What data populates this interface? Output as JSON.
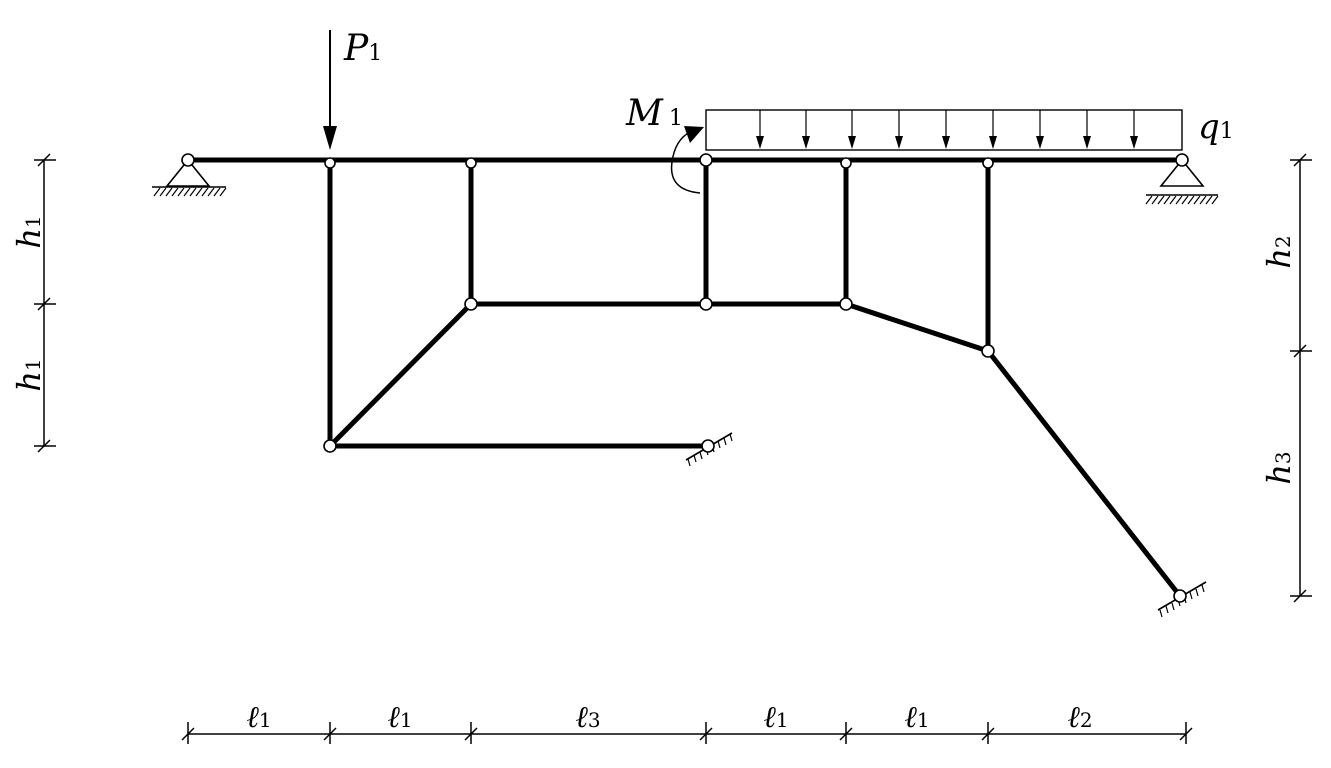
{
  "loads": {
    "p1": {
      "sym": "P",
      "sub": "1"
    },
    "m1": {
      "sym": "M",
      "sub": "1"
    },
    "q1": {
      "sym": "q",
      "sub": "1"
    }
  },
  "dims": {
    "left": [
      {
        "sym": "h",
        "sub": "1"
      },
      {
        "sym": "h",
        "sub": "1"
      }
    ],
    "right": [
      {
        "sym": "h",
        "sub": "2"
      },
      {
        "sym": "h",
        "sub": "3"
      }
    ],
    "bottom": [
      {
        "sym": "ℓ",
        "sub": "1"
      },
      {
        "sym": "ℓ",
        "sub": "1"
      },
      {
        "sym": "ℓ",
        "sub": "3"
      },
      {
        "sym": "ℓ",
        "sub": "1"
      },
      {
        "sym": "ℓ",
        "sub": "1"
      },
      {
        "sym": "ℓ",
        "sub": "2"
      }
    ]
  }
}
